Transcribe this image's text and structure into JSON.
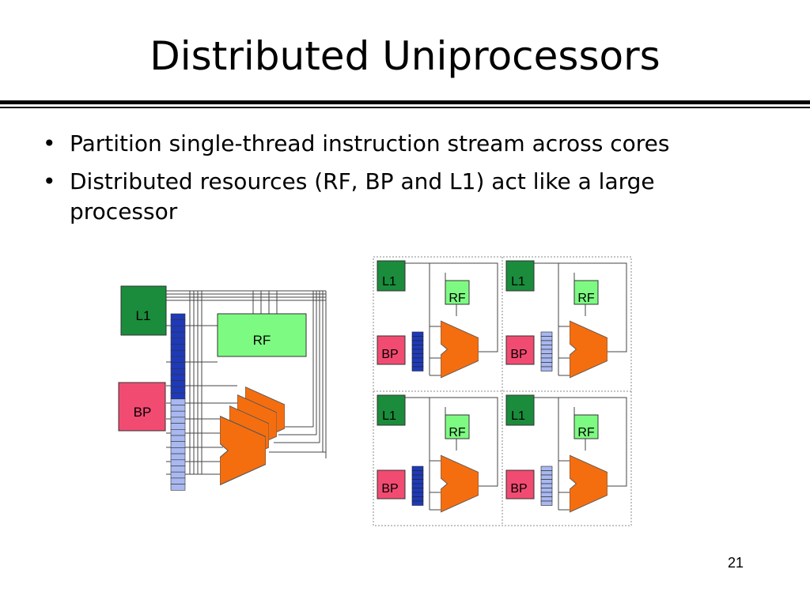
{
  "slide": {
    "title": "Distributed Uniprocessors",
    "bullets": [
      "Partition single-thread instruction stream across cores",
      "Distributed resources (RF, BP and L1) act like a large processor"
    ],
    "bullet_glyph": "•",
    "page_number": "21"
  },
  "diagram": {
    "large": {
      "l1": "L1",
      "bp": "BP",
      "rf": "RF"
    },
    "cores": [
      {
        "l1": "L1",
        "rf": "RF",
        "bp": "BP",
        "bp_shade": "dark"
      },
      {
        "l1": "L1",
        "rf": "RF",
        "bp": "BP",
        "bp_shade": "light"
      },
      {
        "l1": "L1",
        "rf": "RF",
        "bp": "BP",
        "bp_shade": "dark"
      },
      {
        "l1": "L1",
        "rf": "RF",
        "bp": "BP",
        "bp_shade": "light"
      }
    ],
    "colors": {
      "l1": "#1a8c3c",
      "rf": "#7dfa82",
      "bp": "#f24b72",
      "alu": "#f46e10",
      "bp_dark": "#1e3ab8",
      "bp_light": "#a9b8f0"
    }
  }
}
